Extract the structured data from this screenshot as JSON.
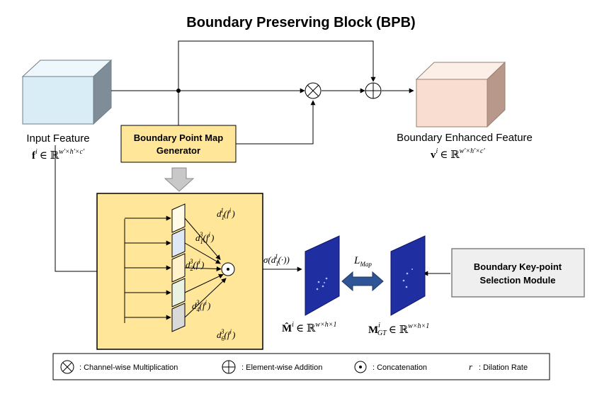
{
  "title": "Boundary Preserving Block (BPB)",
  "input_feature": {
    "label": "Input Feature",
    "symbol": "f",
    "sup": "i",
    "space": "∈ ℝ",
    "dims": "w'×h'×c'"
  },
  "output_feature": {
    "label": "Boundary Enhanced Feature",
    "symbol": "v",
    "sup": "i",
    "space": "∈ ℝ",
    "dims": "w'×h'×c'"
  },
  "generator": {
    "line1": "Boundary Point Map",
    "line2": "Generator"
  },
  "selection_module": {
    "line1": "Boundary Key-point",
    "line2": "Selection Module"
  },
  "dilations": [
    {
      "base": "d",
      "sub": "1",
      "sup": "1",
      "arg": "(f",
      "argsup": "i",
      "close": ")"
    },
    {
      "base": "d",
      "sub": "1",
      "sup": "3",
      "arg": "(f",
      "argsup": "i",
      "close": ")"
    },
    {
      "base": "d",
      "sub": "2",
      "sup": "3",
      "arg": "(f",
      "argsup": "i",
      "close": ")"
    },
    {
      "base": "d",
      "sub": "4",
      "sup": "3",
      "arg": "(f",
      "argsup": "i",
      "close": ")"
    },
    {
      "base": "d",
      "sub": "6",
      "sup": "3",
      "arg": "(f",
      "argsup": "i",
      "close": ")"
    }
  ],
  "sigma_label": {
    "pre": "σ(",
    "base": "d",
    "sub": "1",
    "sup": "1",
    "post": "(·))"
  },
  "loss_label": {
    "base": "L",
    "sub": "Map"
  },
  "pred_map": {
    "symbol": "M̂",
    "sup": "i",
    "space": "∈ ℝ",
    "dims": "w×h×1"
  },
  "gt_map": {
    "symbol": "M",
    "sup": "i",
    "sub": "GT",
    "space": "∈ ℝ",
    "dims": "w×h×1"
  },
  "legend": {
    "channel_mult": ": Channel-wise Multiplication",
    "element_add": ": Element-wise Addition",
    "concat": ": Concatenation",
    "dilation_symbol": "r",
    "dilation": ": Dilation Rate"
  },
  "colors": {
    "input_front": "#d9edf7",
    "input_top": "#eef7fc",
    "input_side": "#7f8d99",
    "output_front": "#f8ddd0",
    "output_top": "#fcefe8",
    "output_side": "#b7988a",
    "generator_fill": "#ffe699",
    "panel_fill": "#ffe699",
    "map_fill": "#1f2ea0",
    "selection_fill": "#efefef",
    "arrow_blue": "#2f5597"
  }
}
